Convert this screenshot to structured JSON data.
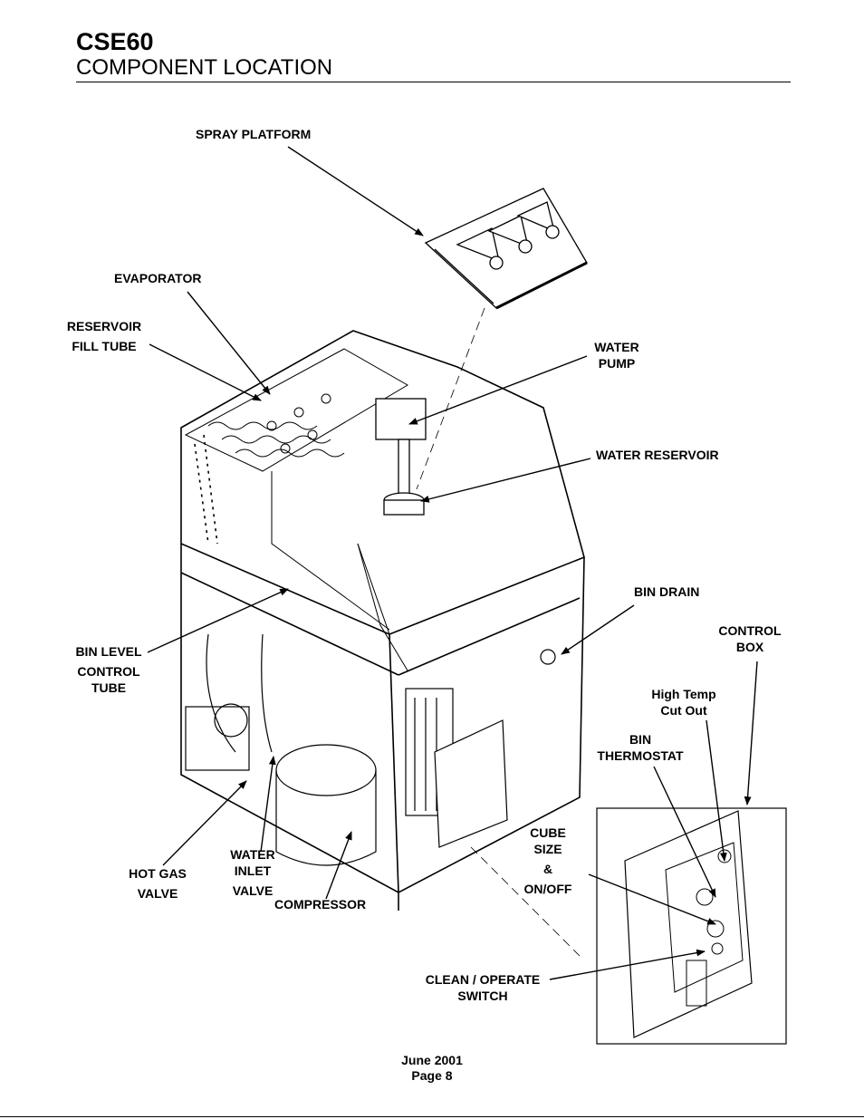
{
  "header": {
    "model": "CSE60",
    "subtitle": "COMPONENT LOCATION"
  },
  "labels": {
    "spray_platform": "SPRAY PLATFORM",
    "evaporator": "EVAPORATOR",
    "reservoir_fill_tube_1": "RESERVOIR",
    "reservoir_fill_tube_2": "FILL TUBE",
    "water_pump_1": "WATER",
    "water_pump_2": "PUMP",
    "water_reservoir": "WATER RESERVOIR",
    "bin_drain": "BIN DRAIN",
    "control_box_1": "CONTROL",
    "control_box_2": "BOX",
    "bin_level_1": "BIN LEVEL",
    "bin_level_2": "CONTROL",
    "bin_level_3": "TUBE",
    "high_temp_1": "High Temp",
    "high_temp_2": "Cut Out",
    "bin_thermostat_1": "BIN",
    "bin_thermostat_2": "THERMOSTAT",
    "cube_size_1": "CUBE",
    "cube_size_2": "SIZE",
    "cube_size_3": "&",
    "cube_size_4": "ON/OFF",
    "hot_gas_1": "HOT GAS",
    "hot_gas_2": "VALVE",
    "water_inlet_1": "WATER",
    "water_inlet_2": "INLET",
    "water_inlet_3": "VALVE",
    "compressor": "COMPRESSOR",
    "clean_operate_1": "CLEAN / OPERATE",
    "clean_operate_2": "SWITCH"
  },
  "footer": {
    "date": "June 2001",
    "page": "Page 8"
  }
}
